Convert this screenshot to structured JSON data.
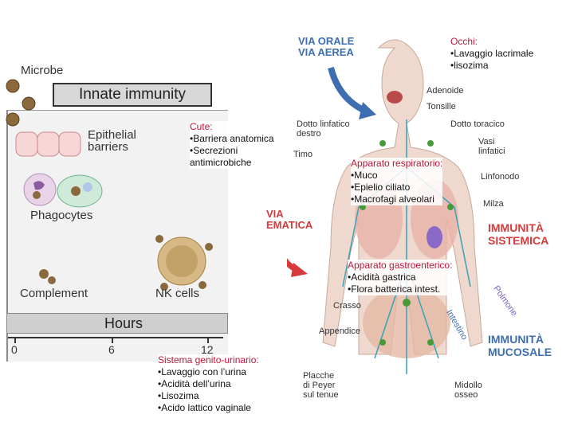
{
  "innate_figure": {
    "microbe_label": "Microbe",
    "title": "Innate immunity",
    "epithelial_label": "Epithelial\nbarriers",
    "phagocytes_label": "Phagocytes",
    "complement_label": "Complement",
    "nk_label": "NK cells",
    "hours_label": "Hours",
    "axis_ticks": [
      "0",
      "6",
      "12"
    ]
  },
  "body_figure": {
    "via_orale": "VIA ORALE\nVIA AEREA",
    "via_ematica": "VIA\nEMATICA",
    "adenoide": "Adenoide",
    "tonsille": "Tonsille",
    "dotto_linfatico": "Dotto linfatico\ndestro",
    "dotto_toracico": "Dotto toracico",
    "timo": "Timo",
    "vasi_linfatici": "Vasi\nlinfatici",
    "linfonodo": "Linfonodo",
    "milza": "Milza",
    "immunita_sistemica": "IMMUNITÀ\nSISTEMICA",
    "polmone": "Polmone",
    "intestino": "Intestino",
    "crasso": "Crasso",
    "appendice": "Appendice",
    "immunita_mucosale": "IMMUNITÀ\nMUCOSALE",
    "placche": "Placche\ndi Peyer\nsul tenue",
    "midollo": "Midollo\nosseo"
  },
  "overlays": {
    "occhi": {
      "title": "Occhi:",
      "lines": [
        "•Lavaggio lacrimale",
        "•lisozima"
      ]
    },
    "cute": {
      "title": "Cute:",
      "lines": [
        "•Barriera anatomica",
        "•Secrezioni",
        "antimicrobiche"
      ]
    },
    "respiratorio": {
      "title": "Apparato respiratorio:",
      "lines": [
        "•Muco",
        "•Epielio ciliato",
        "•Macrofagi alveolari"
      ]
    },
    "gastroenterico": {
      "title": "Apparato gastroenterico:",
      "lines": [
        "•Acidità gastrica",
        "•Flora batterica intest."
      ]
    },
    "genito": {
      "title": "Sistema genito-urinario:",
      "lines": [
        "•Lavaggio con l’urina",
        "•Acidità dell’urina",
        "•Lisozima",
        "•Acido lattico vaginale"
      ]
    }
  },
  "colors": {
    "overlay_title": "#c0163a",
    "via_orale": "#3d6fb0",
    "via_ematica": "#d63a3a",
    "immunita_sistemica": "#d63a3a",
    "immunita_mucosale": "#3d6fb0",
    "polmone": "#7a5fc2",
    "intestino": "#3d6fb0"
  },
  "icons": [
    "microbe-icon",
    "epithelial-cell-icon",
    "neutrophil-icon",
    "macrophage-icon",
    "complement-icon",
    "nk-cell-icon",
    "blue-arrow-icon",
    "red-arrow-icon",
    "human-body-illustration"
  ]
}
